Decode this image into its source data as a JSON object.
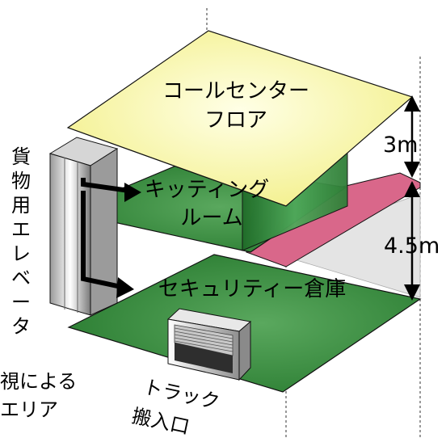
{
  "floors": {
    "call_center_line1": "コールセンター",
    "call_center_line2": "フロア",
    "kitting_line1": "キッティング",
    "kitting_line2": "ルーム",
    "warehouse": "セキュリティー倉庫"
  },
  "dimensions": {
    "upper_gap": "3m",
    "lower_gap": "4.5m"
  },
  "elevator_label": [
    "貨",
    "物",
    "用",
    "エ",
    "レ",
    "ベ",
    "ー",
    "タ"
  ],
  "surveillance_label_line1": "視による",
  "surveillance_label_line2": "エリア",
  "truck_label_line1": "トラック",
  "truck_label_line2": "搬入口",
  "colors": {
    "call_center_fill": "#f7f7a0",
    "kitting_fill": "#3c8a3c",
    "warehouse_fill": "#2f8a38",
    "pink_wall": "#d9678a",
    "gray_wall": "#e2e2e2"
  }
}
